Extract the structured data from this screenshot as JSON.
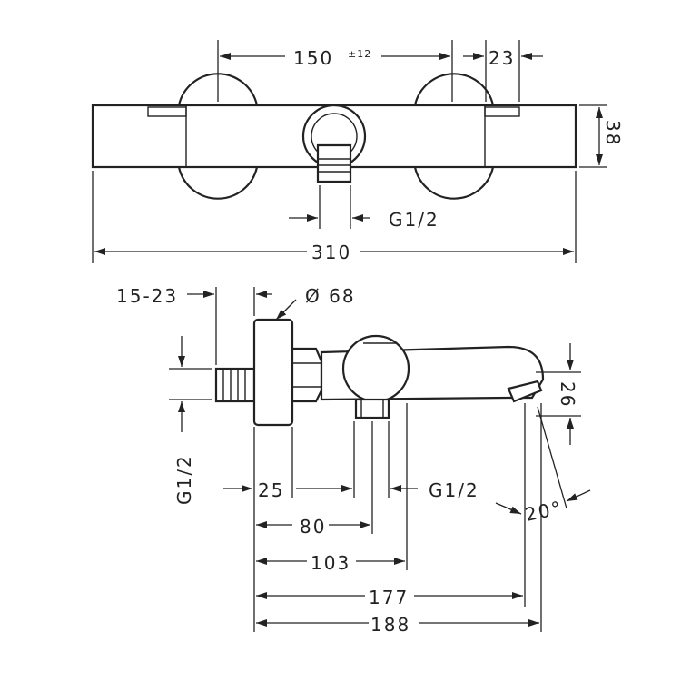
{
  "drawing": {
    "stroke_color": "#222222",
    "background": "#ffffff"
  },
  "dimensions": {
    "top_spacing": "150",
    "top_spacing_tolerance": "±12",
    "top_offset": "23",
    "height": "38",
    "outlet_thread": "G1/2",
    "total_width": "310",
    "wall_adjust": "15-23",
    "rosette_diameter": "Ø 68",
    "inlet_thread": "G1/2",
    "spout_height": "26",
    "dim_25": "25",
    "bottom_thread": "G1/2",
    "spout_angle": "20°",
    "dim_80": "80",
    "dim_103": "103",
    "dim_177": "177",
    "dim_188": "188"
  }
}
